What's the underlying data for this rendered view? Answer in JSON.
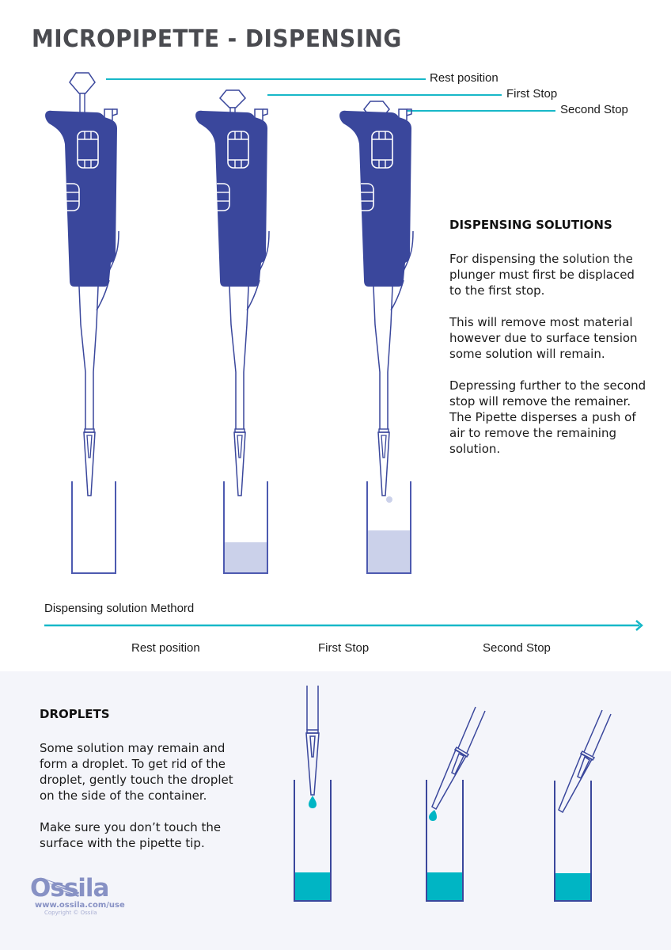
{
  "title": "MICROPIPETTE - DISPENSING",
  "callouts": [
    {
      "label": "Rest position"
    },
    {
      "label": "First Stop"
    },
    {
      "label": "Second Stop"
    }
  ],
  "dispensing": {
    "heading": "DISPENSING SOLUTIONS",
    "paragraphs": [
      "For dispensing the solution the plunger must first be displaced to the first stop.",
      "This will remove most material however due to surface tension some solution will remain.",
      "Depressing further to the second stop will remove the remainer. The Pipette disperses a push of air to remove the remaining solution."
    ]
  },
  "method": {
    "label": "Dispensing solution Methord",
    "steps": [
      "Rest position",
      "First Stop",
      "Second Stop"
    ]
  },
  "droplets": {
    "heading": "DROPLETS",
    "paragraphs": [
      "Some solution may remain and form a droplet. To get rid of the droplet, gently touch the droplet on the side of the container.",
      "Make sure you don’t touch the surface with the pipette tip."
    ]
  },
  "logo": {
    "name": "Ossila",
    "url": "www.ossila.com/use",
    "copyright": "Copyright © Ossila"
  },
  "colors": {
    "pipette_body": "#3a479c",
    "accent_teal": "#17b8c8",
    "liquid_light": "#cbd1ea",
    "liquid_teal": "#00b5c4",
    "title_gray": "#4a4b50",
    "panel_bg": "#f4f5fa"
  }
}
